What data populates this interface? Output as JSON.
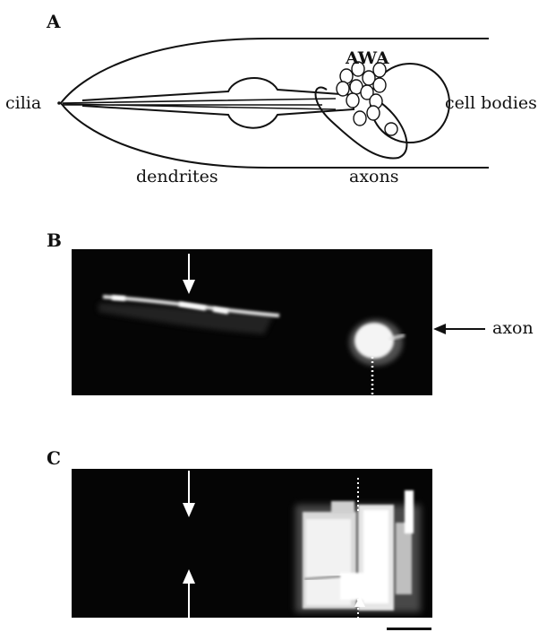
{
  "figure": {
    "panels": [
      {
        "id": "A",
        "letter": "A",
        "labels": {
          "awa": "AWA",
          "cilia": "cilia",
          "cell_bodies": "cell bodies",
          "dendrites": "dendrites",
          "axons": "axons"
        }
      },
      {
        "id": "B",
        "letter": "B",
        "callout": "axon"
      },
      {
        "id": "C",
        "letter": "C"
      }
    ]
  }
}
